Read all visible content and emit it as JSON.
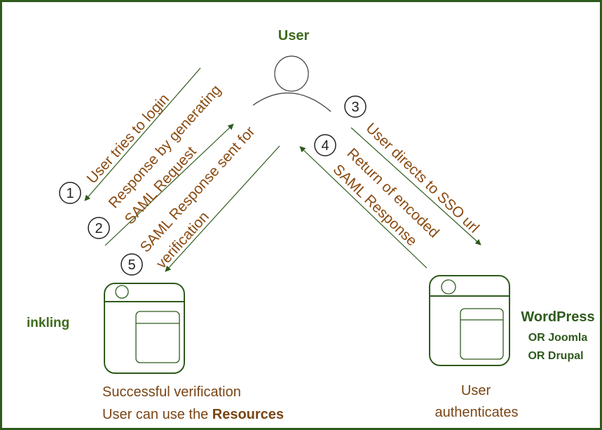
{
  "user": {
    "title": "User"
  },
  "steps": [
    {
      "number": "1",
      "lines": [
        "User tries to login"
      ]
    },
    {
      "number": "2",
      "lines": [
        "Response by generating",
        "SAML Request"
      ]
    },
    {
      "number": "3",
      "lines": [
        "User directs to SSO url"
      ]
    },
    {
      "number": "4",
      "lines": [
        "Return of encoded",
        "SAML Response"
      ]
    },
    {
      "number": "5",
      "lines": [
        "SAML Response sent for",
        "verification"
      ]
    }
  ],
  "service_provider": {
    "name": "inkling",
    "caption_line1": "Successful verification",
    "caption_line2_prefix": "User can use the ",
    "caption_line2_bold": "Resources"
  },
  "identity_provider": {
    "name": "WordPress",
    "alt1": "OR Joomla",
    "alt2": "OR Drupal",
    "caption_line1": "User",
    "caption_line2": "authenticates"
  },
  "colors": {
    "border": "#2e5a1c",
    "title_green": "#3f6b1e",
    "step_brown": "#8a4b12",
    "caption_brown": "#7a4515"
  }
}
